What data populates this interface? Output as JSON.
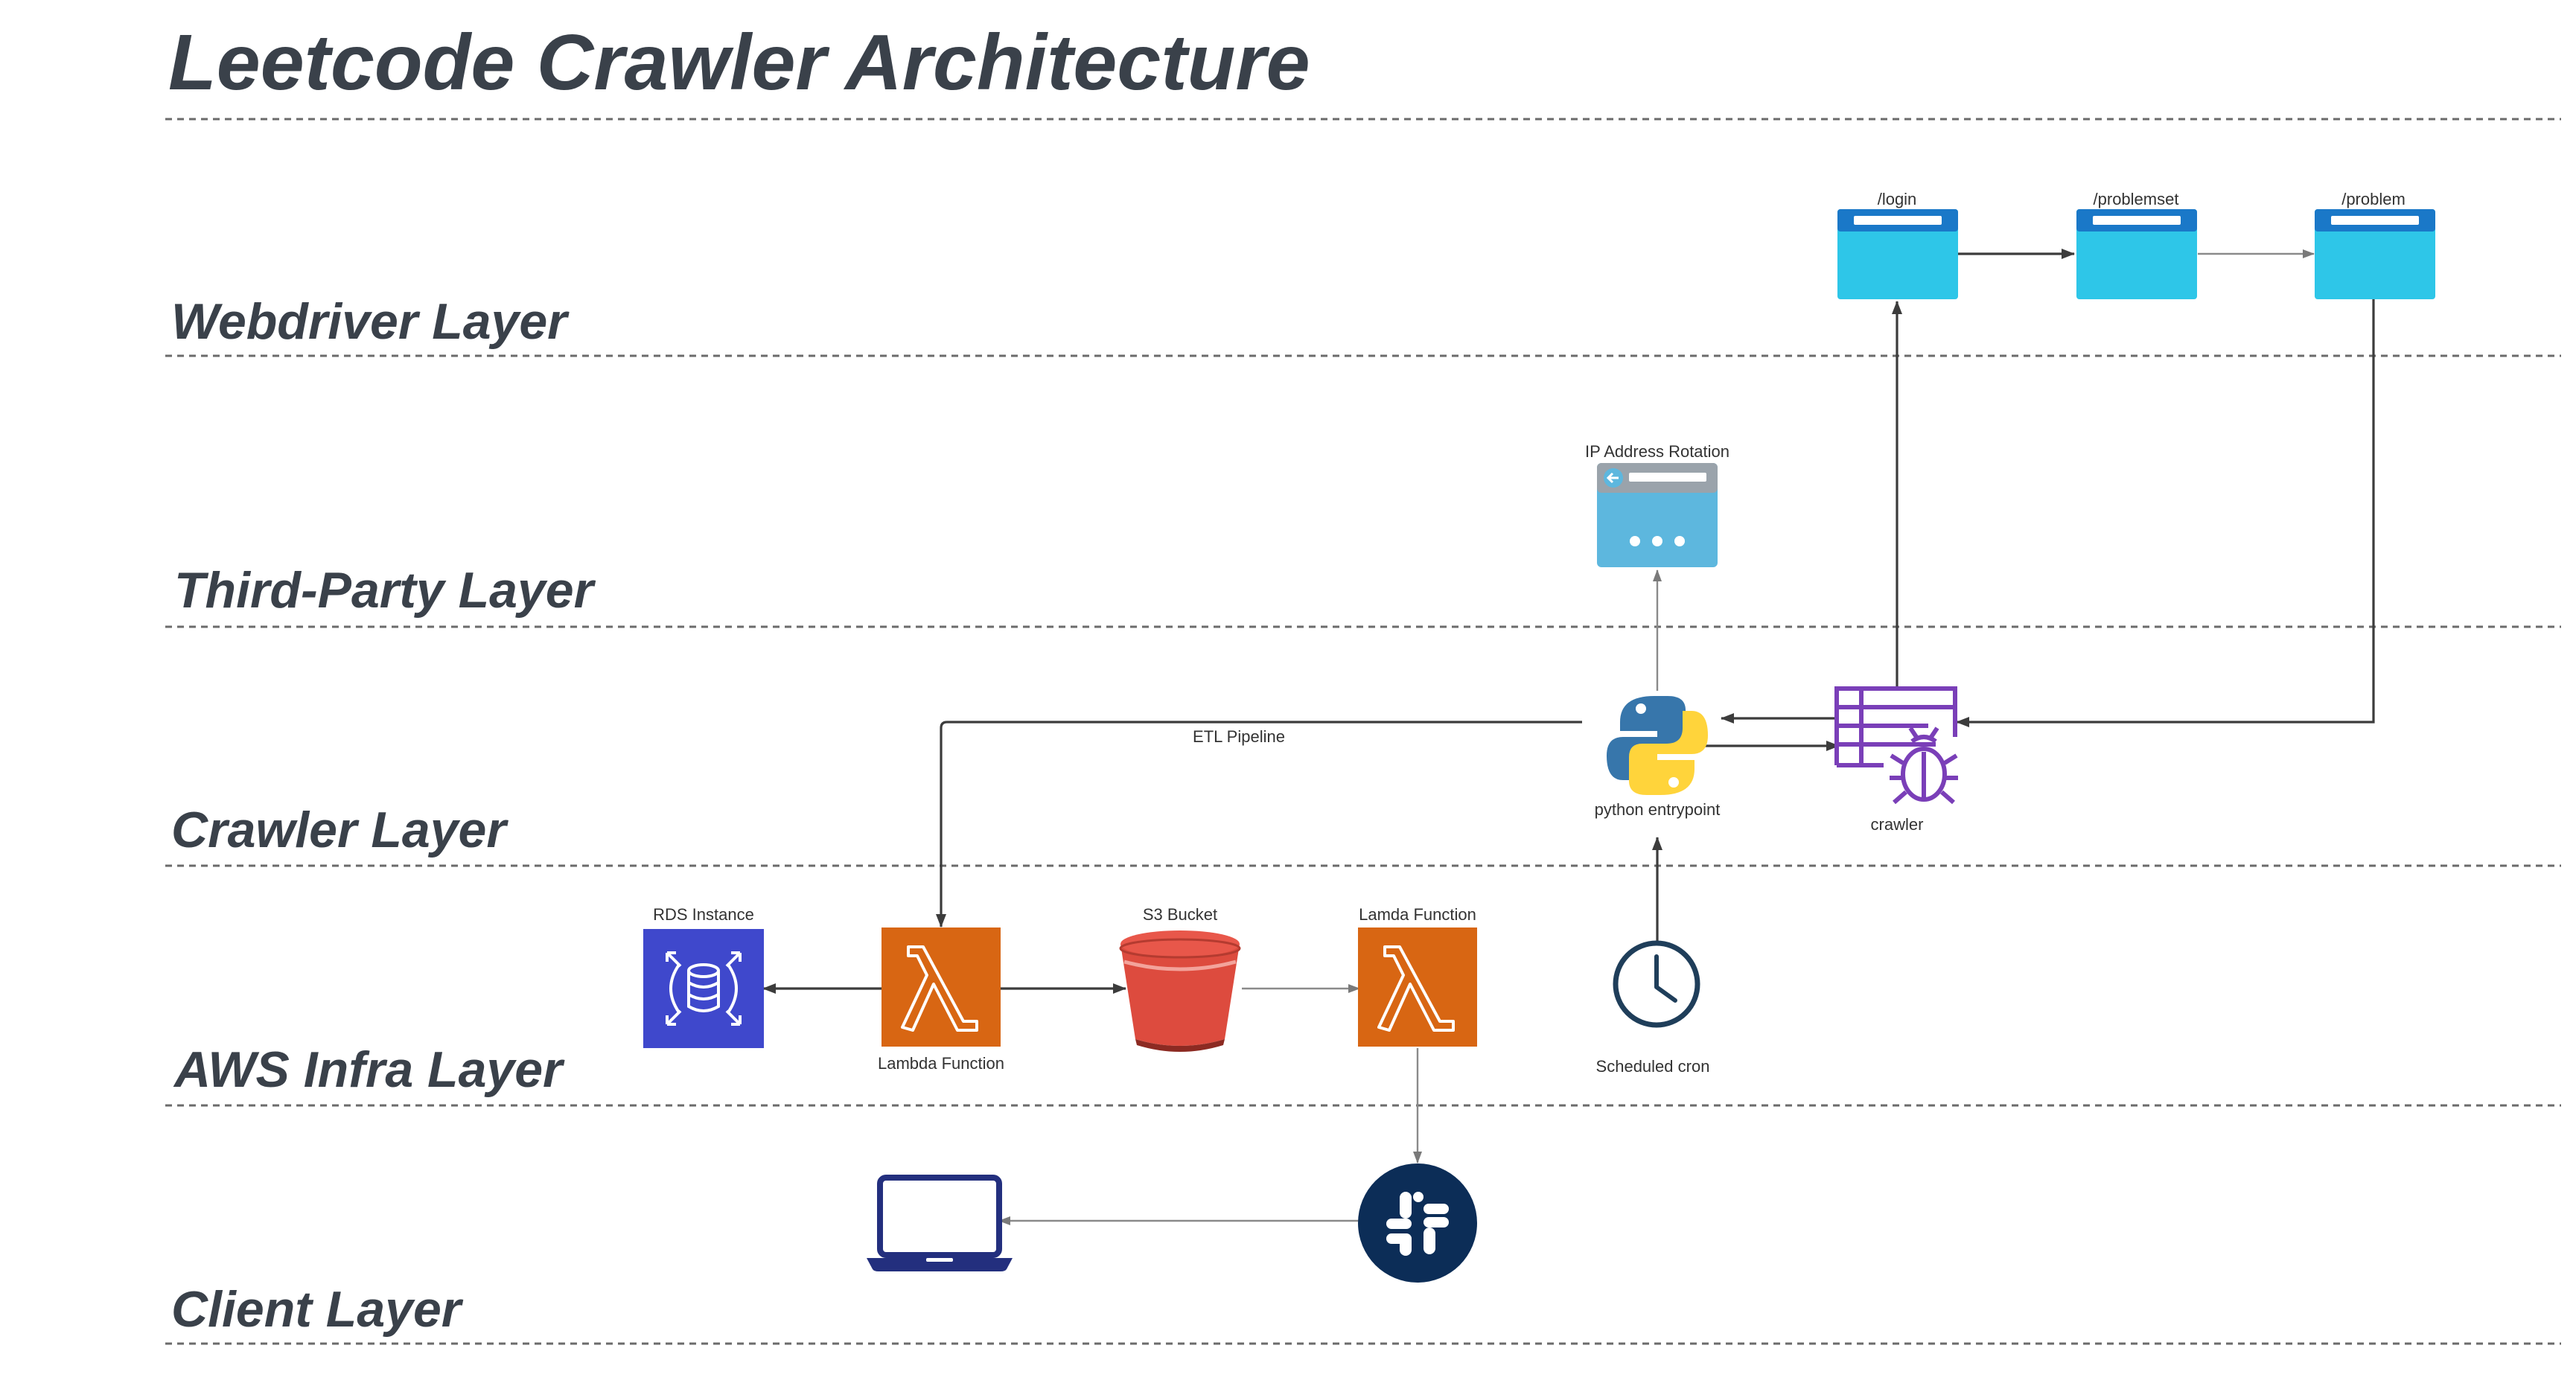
{
  "title": "Leetcode Crawler Architecture",
  "layers": {
    "webdriver": "Webdriver Layer",
    "third_party": "Third-Party Layer",
    "crawler": "Crawler Layer",
    "aws_infra": "AWS Infra Layer",
    "client": "Client Layer"
  },
  "nodes": {
    "login": "/login",
    "problemset": "/problemset",
    "problem": "/problem",
    "ip_rotation": "IP Address Rotation",
    "python_entrypoint": "python entrypoint",
    "crawler": "crawler",
    "rds": "RDS Instance",
    "lambda_function": "Lambda Function",
    "s3_bucket": "S3 Bucket",
    "lamda_function": "Lamda Function",
    "scheduled_cron": "Scheduled cron"
  },
  "edges": {
    "etl_pipeline": "ETL Pipeline"
  },
  "colors": {
    "text": "#3a414a",
    "browser_body": "#2ec6e8",
    "browser_bar": "#1a78c8",
    "lambda_orange": "#d86613",
    "rds_blue": "#3f48cc",
    "s3_red": "#dd4b3e",
    "crawler_purple": "#7a3fb8",
    "slack_navy": "#0c2d57",
    "laptop_navy": "#232f7e",
    "python_blue": "#3776ab",
    "python_yellow": "#ffd43b",
    "ip_box": "#5db7de",
    "clock_navy": "#1f3e5a"
  },
  "icons": {
    "login": "browser-window-icon",
    "problemset": "browser-window-icon",
    "problem": "browser-window-icon",
    "ip_rotation": "web-form-icon",
    "python_entrypoint": "python-logo-icon",
    "crawler": "bug-crawler-icon",
    "rds": "rds-database-icon",
    "lambda": "lambda-icon",
    "s3": "s3-bucket-icon",
    "cron": "clock-icon",
    "slack": "slack-logo-icon",
    "client": "laptop-icon"
  }
}
